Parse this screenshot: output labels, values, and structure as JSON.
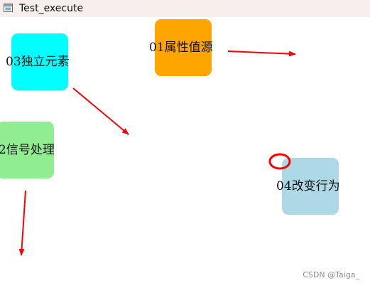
{
  "window": {
    "title": "Test_execute",
    "icon": "app-window-icon"
  },
  "nodes": [
    {
      "id": "attribute-source",
      "label": "01属性值源",
      "color": "#FFA500"
    },
    {
      "id": "signal-processing",
      "label": "2信号处理",
      "color": "#90EE90"
    },
    {
      "id": "independent-element",
      "label": "03独立元素",
      "color": "#00FFFF"
    },
    {
      "id": "change-behavior",
      "label": "04改变行为",
      "color": "#ADD8E6"
    }
  ],
  "colors": {
    "arrow": "#FF0000",
    "titlebar": "#F7EFEC"
  },
  "watermark": "CSDN @Taiga_"
}
